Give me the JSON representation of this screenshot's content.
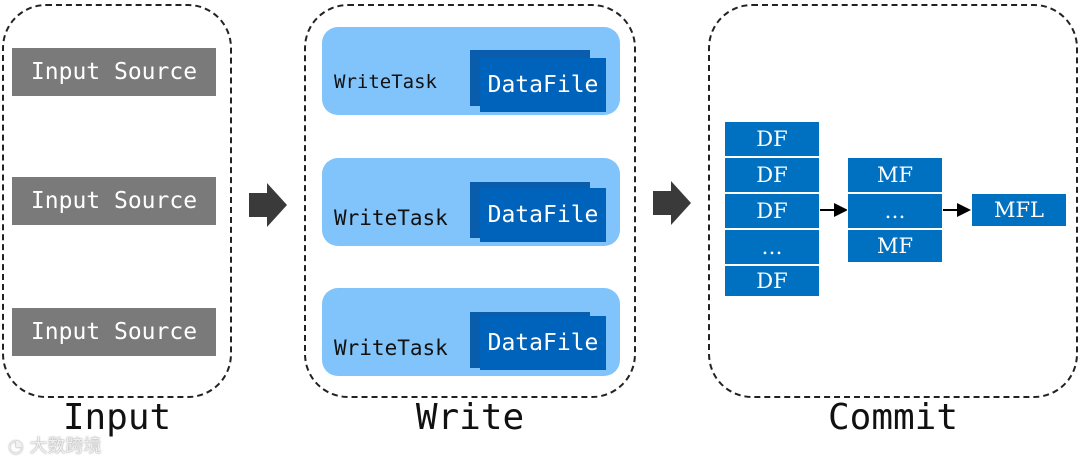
{
  "input": {
    "label": "Input",
    "sources": [
      "Input Source",
      "Input Source",
      "Input Source"
    ]
  },
  "write": {
    "label": "Write",
    "tasks": [
      {
        "task": "WriteTask",
        "file": "DataFile"
      },
      {
        "task": "WriteTask",
        "file": "DataFile"
      },
      {
        "task": "WriteTask",
        "file": "DataFile"
      }
    ]
  },
  "commit": {
    "label": "Commit",
    "data_files": [
      "DF",
      "DF",
      "DF",
      "…",
      "DF"
    ],
    "manifest_files": [
      "MF",
      "…",
      "MF"
    ],
    "manifest_list": "MFL"
  },
  "watermark": "大数跨境",
  "colors": {
    "source_gray": "#7a7a7a",
    "task_light_blue": "#80c4fb",
    "datafile_blue": "#0063bb",
    "commit_blue": "#0070c0",
    "stage_arrow": "#3a3a3a"
  }
}
